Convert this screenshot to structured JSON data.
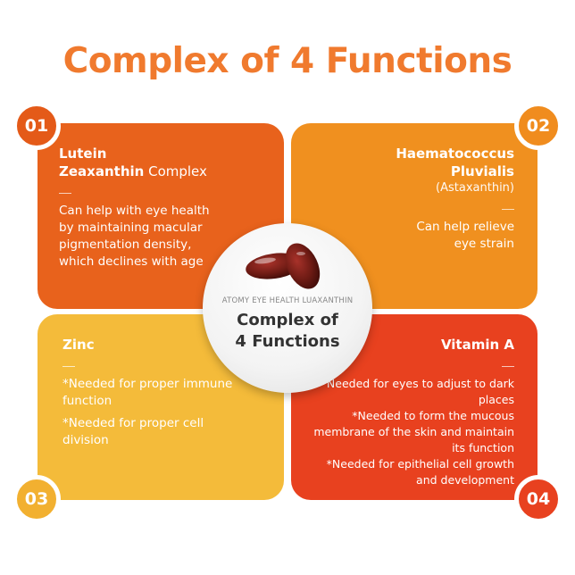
{
  "title": "Complex of 4 Functions",
  "center": {
    "brand": "ATOMY EYE HEALTH LUAXANTHIN",
    "line1": "Complex of",
    "line2": "4 Functions"
  },
  "cards": [
    {
      "number": "01",
      "title_bold1": "Lutein",
      "title_bold2": "Zeaxanthin",
      "title_normal": " Complex",
      "body": [
        "Can help with eye health by maintaining macular pigmentation density, which declines with age"
      ],
      "color": "#e8621c"
    },
    {
      "number": "02",
      "title_bold1": "Haematococcus",
      "title_bold2": "Pluvialis",
      "subtitle": "(Astaxanthin)",
      "body": [
        "Can help relieve eye strain"
      ],
      "color": "#f0901f"
    },
    {
      "number": "03",
      "title_bold1": "Zinc",
      "body": [
        "*Needed for proper immune function",
        "*Needed for proper cell division"
      ],
      "color": "#f4bb3a"
    },
    {
      "number": "04",
      "title_bold1": "Vitamin A",
      "body": [
        "*Needed for eyes to adjust to dark places",
        "*Needed  to form the mucous membrane of the skin and maintain its function",
        "*Needed for epithelial cell growth and development"
      ],
      "color": "#e8411f"
    }
  ]
}
